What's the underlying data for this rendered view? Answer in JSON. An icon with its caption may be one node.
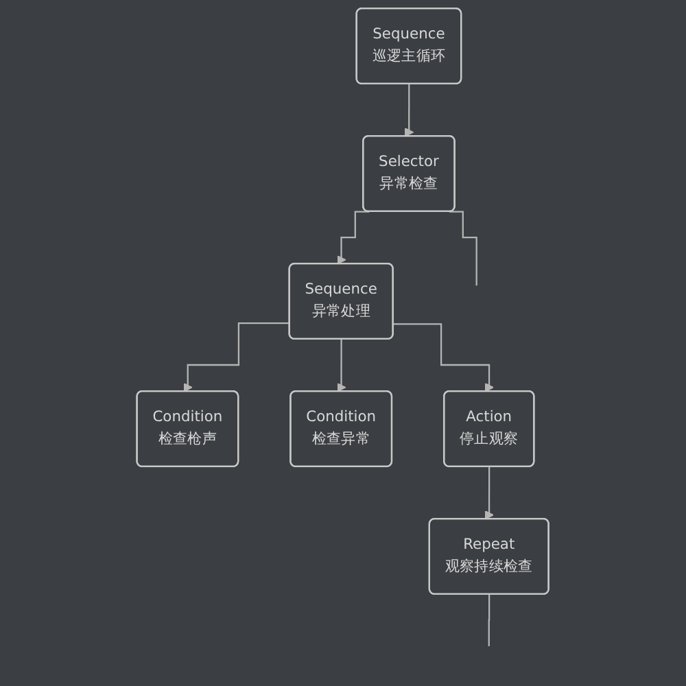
{
  "diagram": {
    "nodes": [
      {
        "text": [
          "Sequence",
          "巡逻主循环"
        ]
      },
      {
        "text": [
          "Selector",
          "异常检查"
        ]
      },
      {
        "text": [
          "Sequence",
          "异常处理"
        ]
      },
      {
        "text": [
          "Condition",
          "检查枪声"
        ]
      },
      {
        "text": [
          "Condition",
          "检查异常"
        ]
      },
      {
        "text": [
          "Action",
          "停止观察"
        ]
      },
      {
        "text": [
          "Repeat",
          "观察持续检查"
        ]
      }
    ],
    "edges": [
      {
        "from": 0,
        "to": 1,
        "arrow": "to"
      },
      {
        "from": 1,
        "to": null,
        "arrow": "none"
      },
      {
        "from": 1,
        "to": 2,
        "arrow": "to"
      },
      {
        "from": 2,
        "to": 3,
        "arrow": "to"
      },
      {
        "from": 2,
        "to": 4,
        "arrow": "to"
      },
      {
        "from": 2,
        "to": 5,
        "arrow": "to"
      },
      {
        "from": 5,
        "to": 6,
        "arrow": "to"
      },
      {
        "from": 6,
        "to": null,
        "arrow": "none"
      }
    ]
  }
}
